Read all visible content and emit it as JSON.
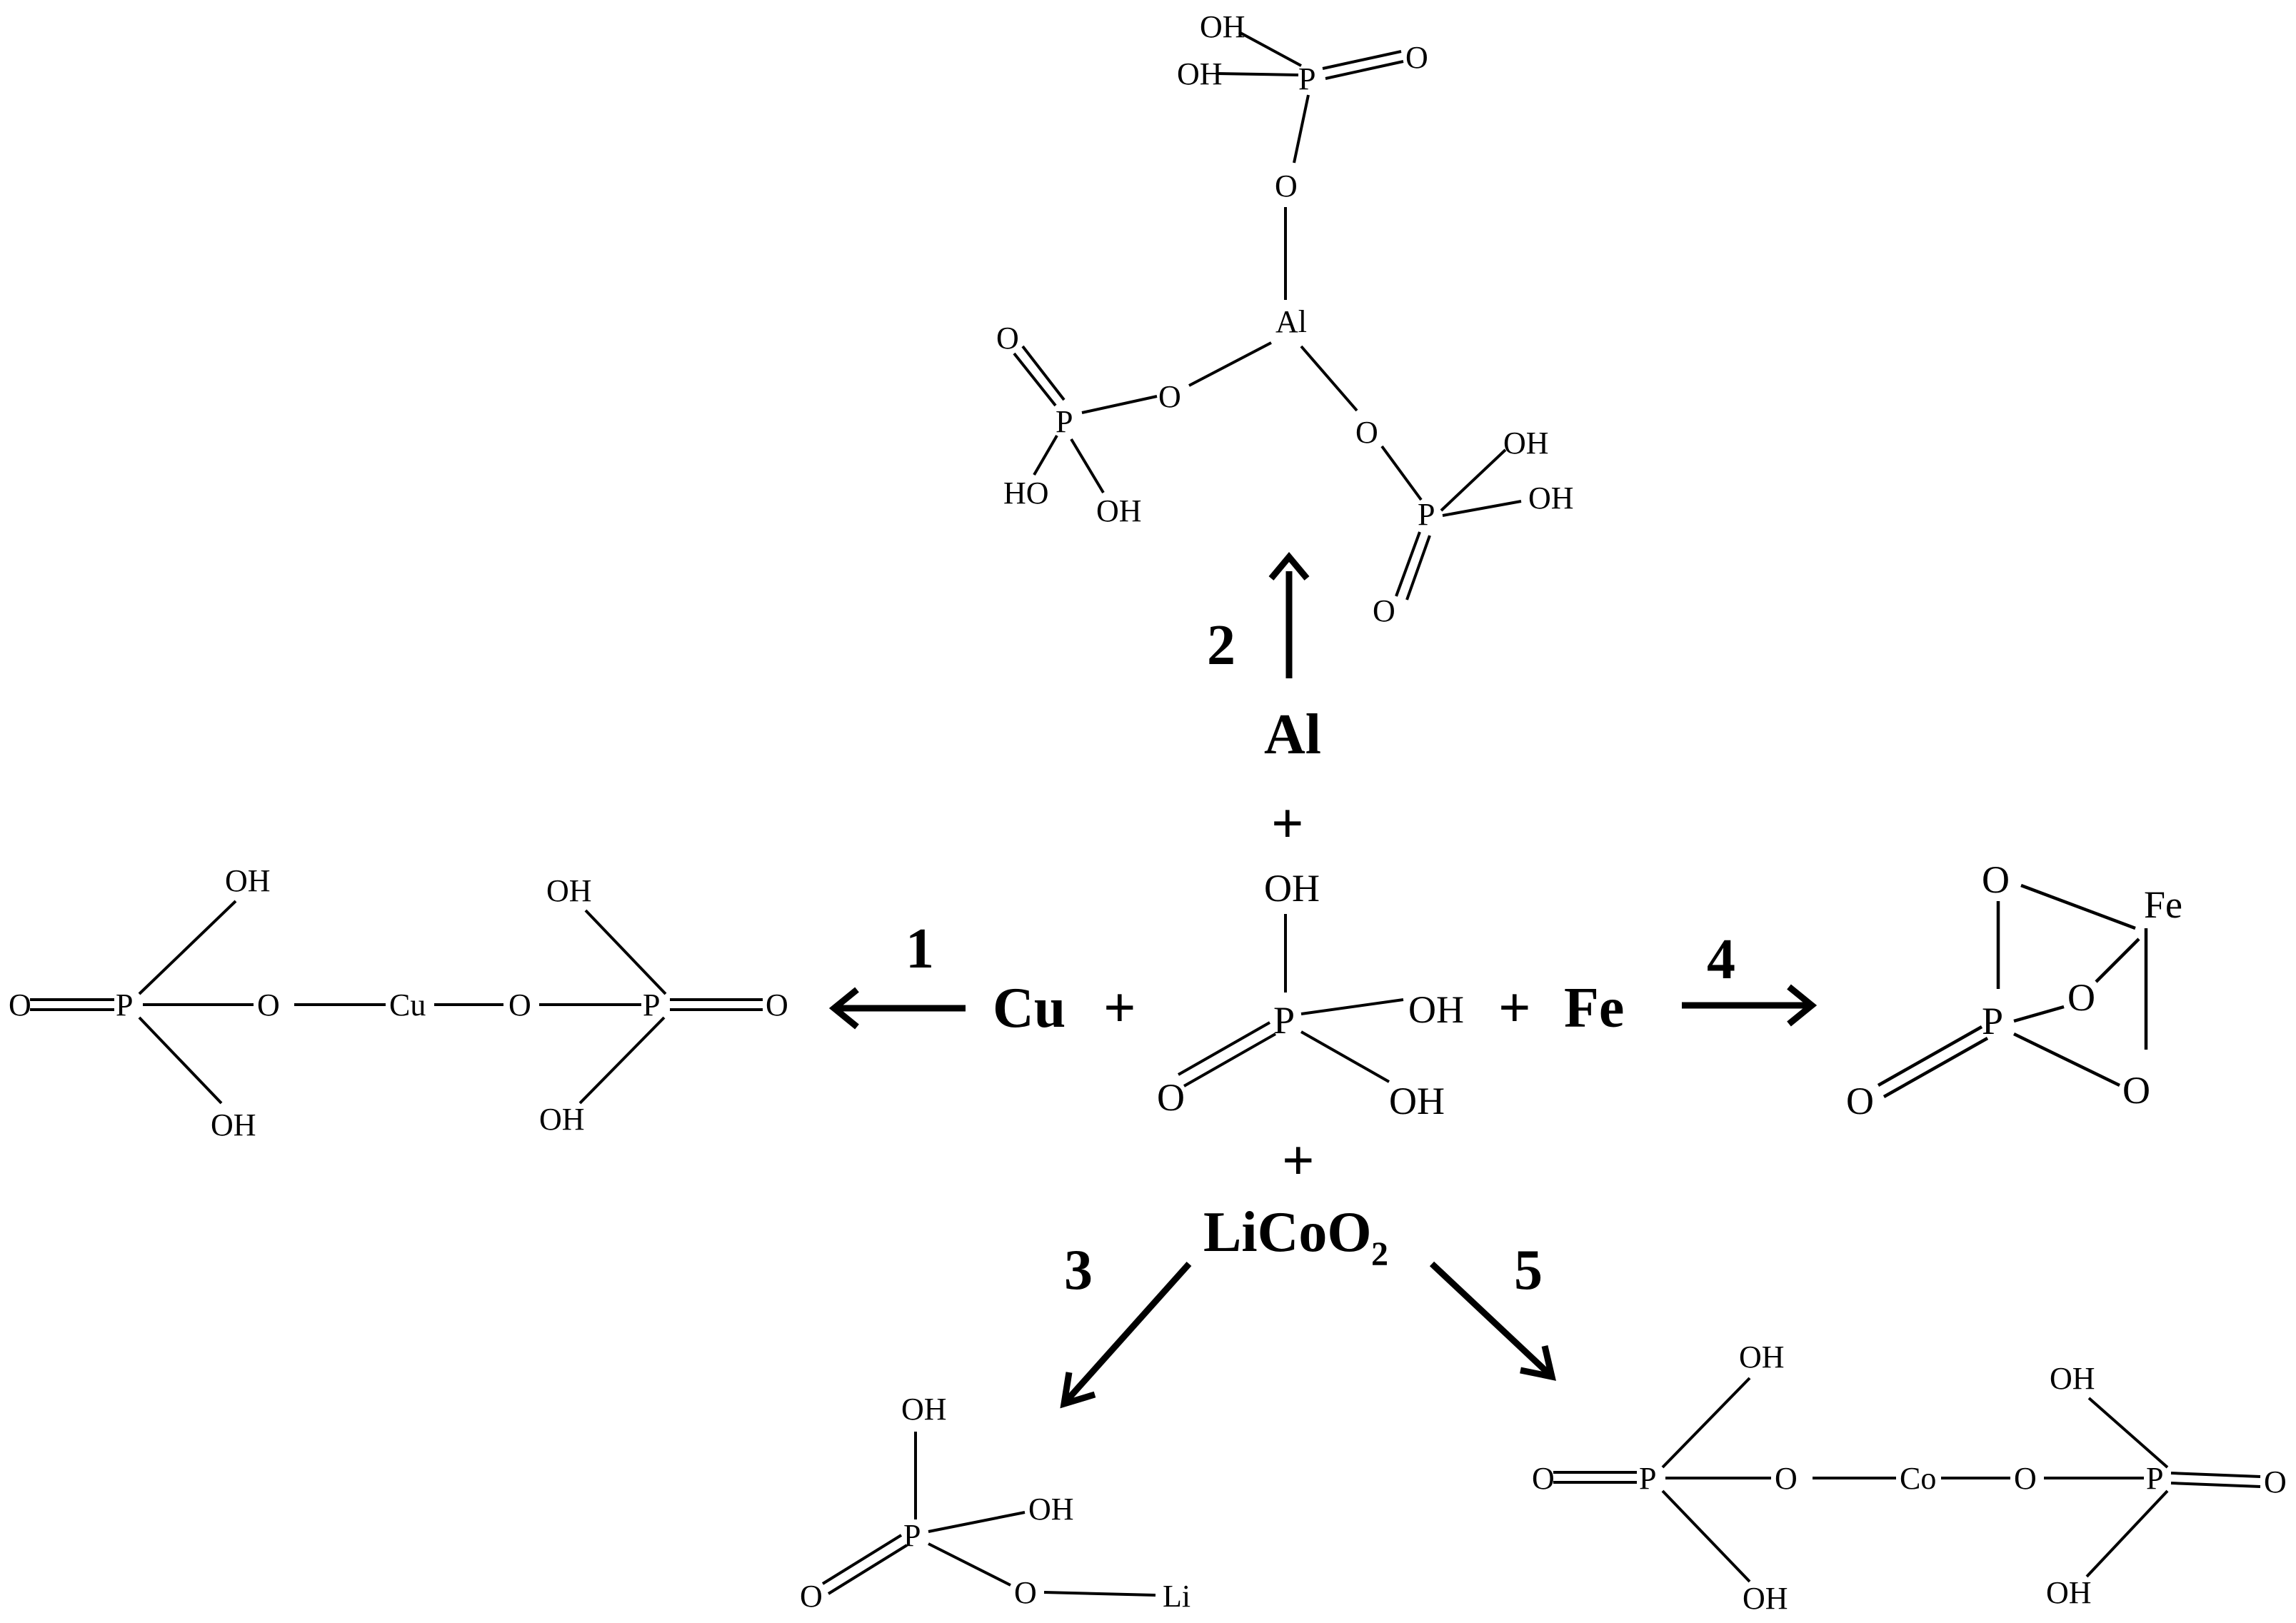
{
  "reactants": {
    "cu": "Cu",
    "al": "Al",
    "fe": "Fe",
    "licoo2_main": "LiCoO",
    "licoo2_sub": "2",
    "plus": "+"
  },
  "reaction_numbers": [
    "1",
    "2",
    "3",
    "4",
    "5"
  ],
  "atoms": {
    "P": "P",
    "O": "O",
    "OH": "OH",
    "HO": "HO",
    "Al": "Al",
    "Cu": "Cu",
    "Fe": "Fe",
    "Li": "Li",
    "Co": "Co"
  }
}
